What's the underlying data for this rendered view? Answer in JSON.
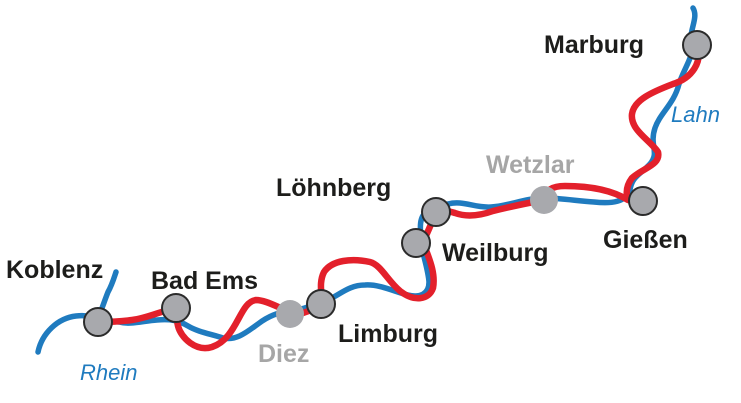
{
  "map": {
    "colors": {
      "route": "#e3202b",
      "river": "#1f7bbf",
      "stop_fill": "#a8a9ad",
      "stop_stroke": "#2b2b2b",
      "minor_label": "#a6a6a6",
      "major_label": "#1d1d1b"
    },
    "rivers": {
      "lahn": "Lahn",
      "rhein": "Rhein"
    },
    "cities": {
      "marburg": "Marburg",
      "wetzlar": "Wetzlar",
      "giessen": "Gießen",
      "loehnberg": "Löhnberg",
      "weilburg": "Weilburg",
      "koblenz": "Koblenz",
      "bad_ems": "Bad Ems",
      "diez": "Diez",
      "limburg": "Limburg"
    }
  }
}
